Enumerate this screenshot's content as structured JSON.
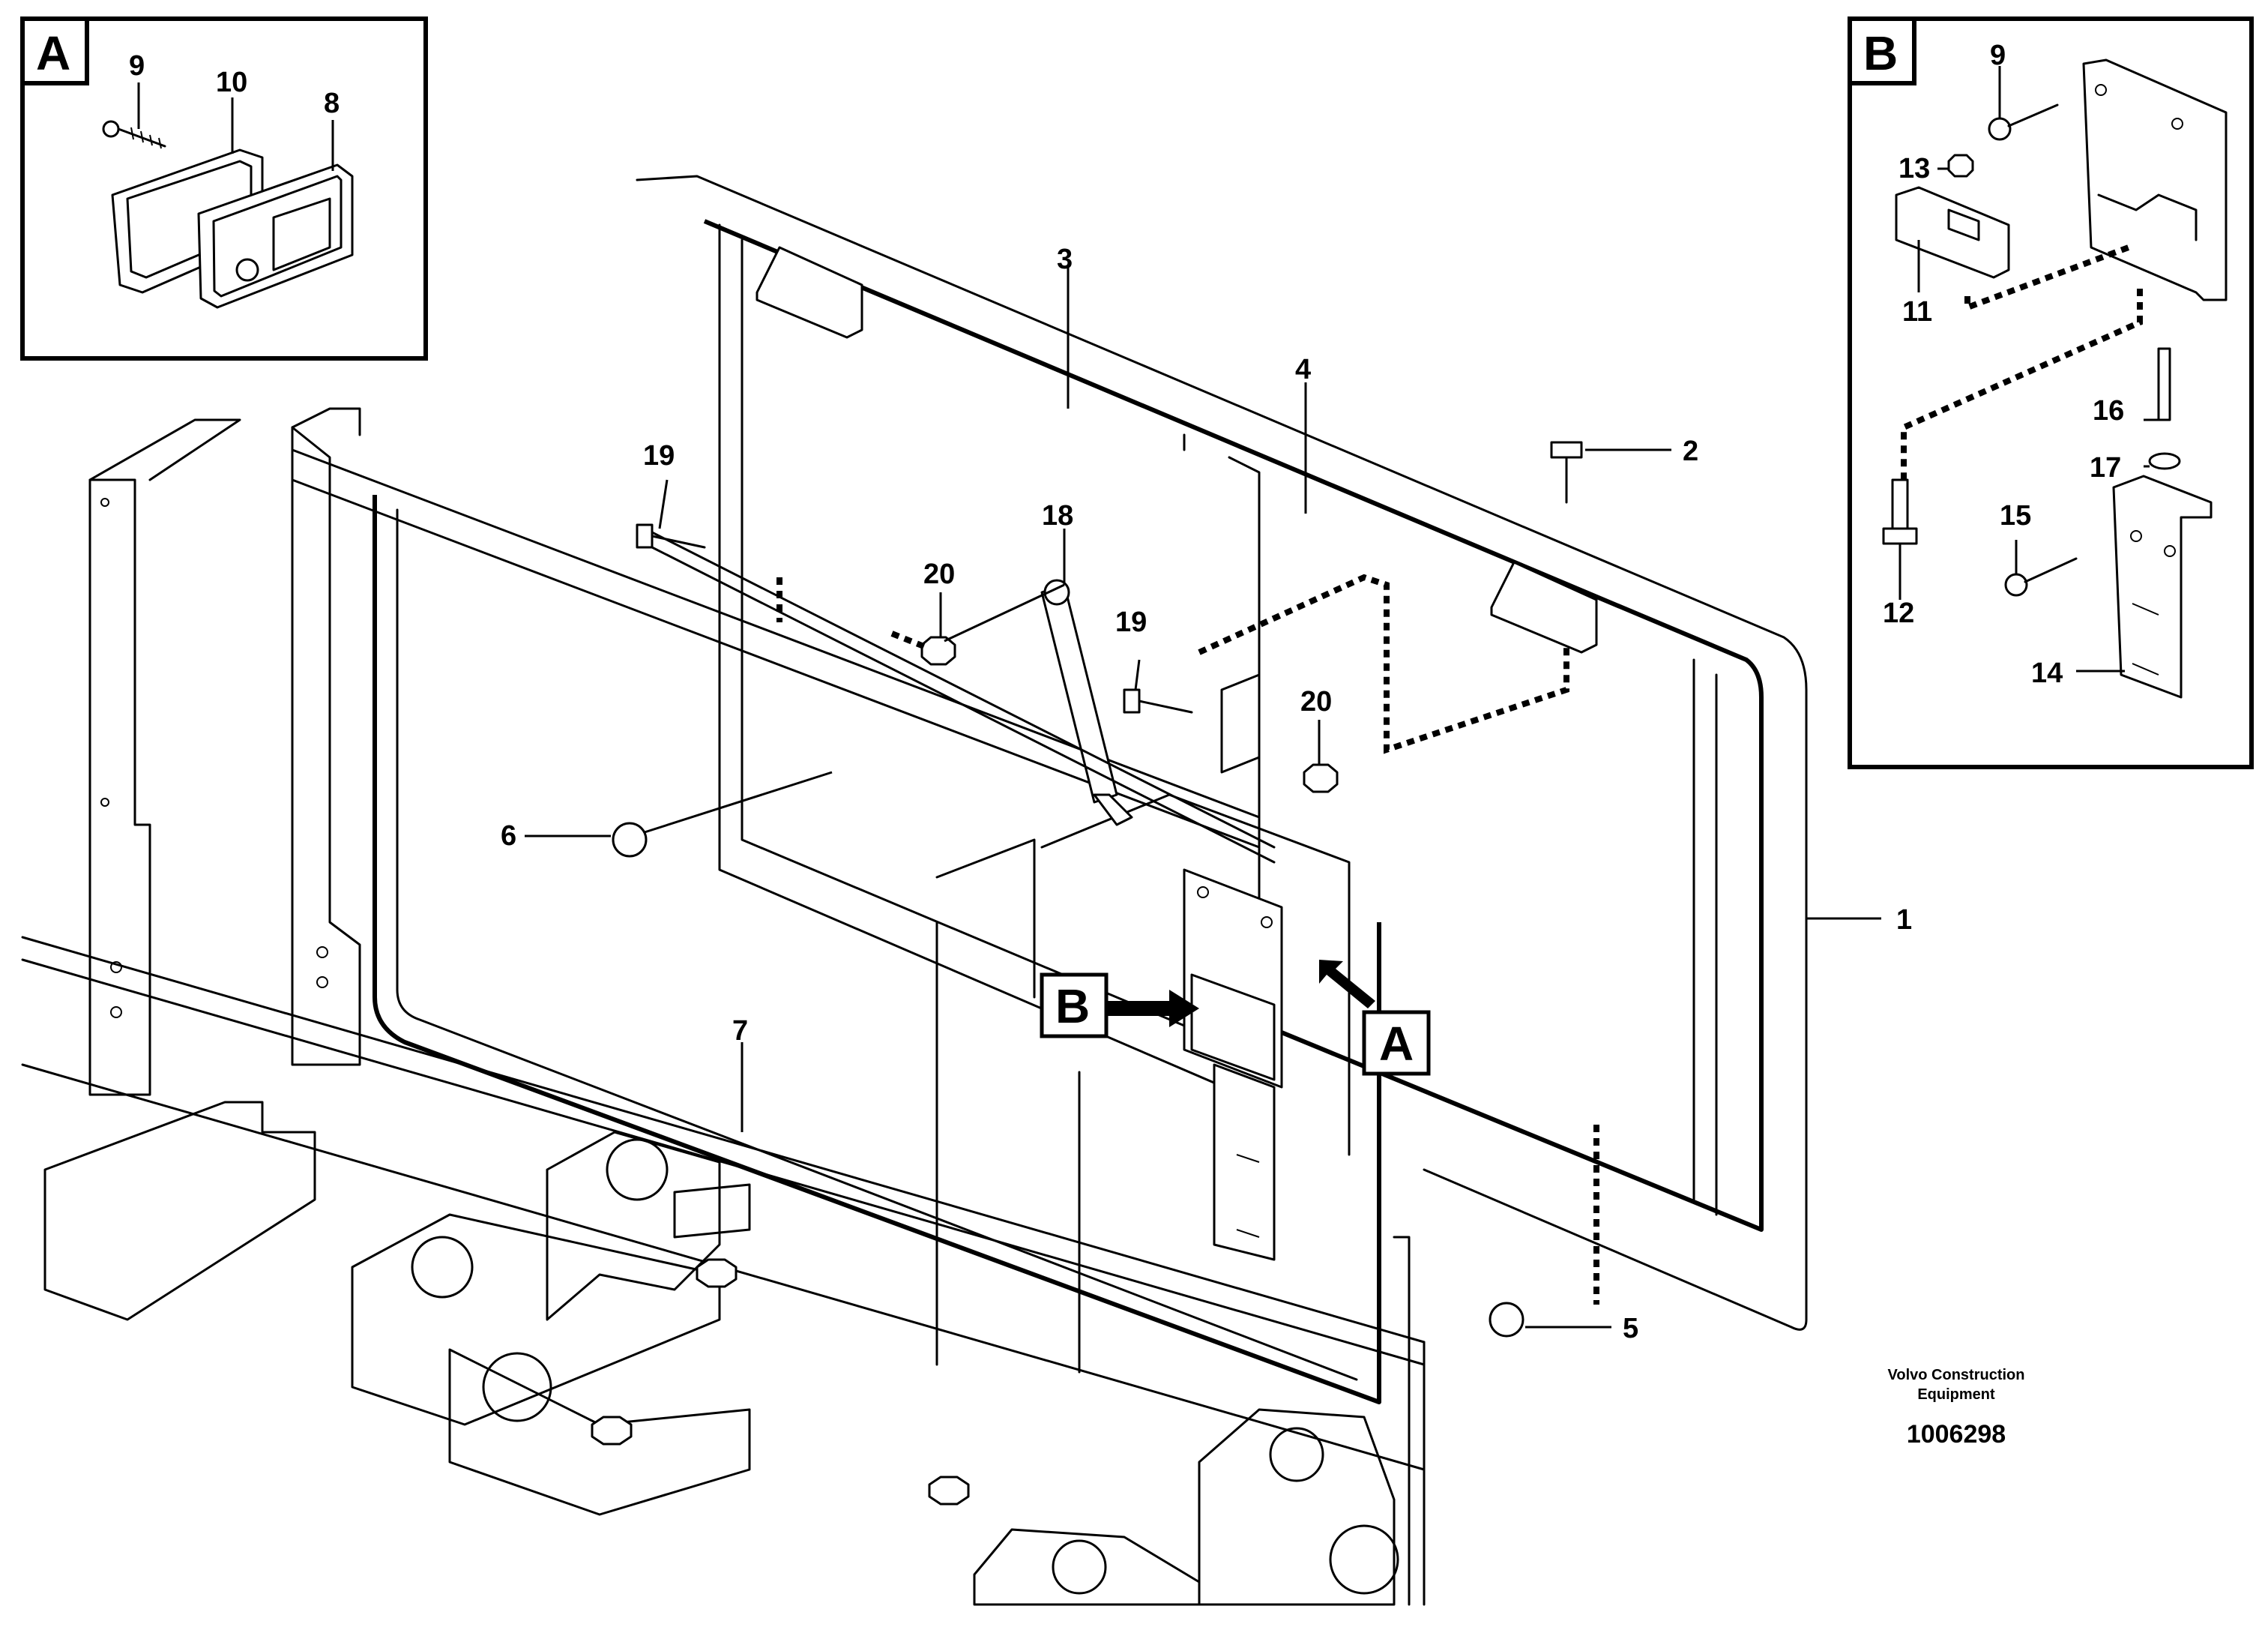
{
  "insets": {
    "a": {
      "letter": "A"
    },
    "b": {
      "letter": "B"
    }
  },
  "callouts": {
    "a": "A",
    "b": "B"
  },
  "part_labels": {
    "p1": "1",
    "p2": "2",
    "p3": "3",
    "p4": "4",
    "p5": "5",
    "p6": "6",
    "p7": "7",
    "p18": "18",
    "p19a": "19",
    "p19b": "19",
    "p20a": "20",
    "p20b": "20",
    "a9": "9",
    "a10": "10",
    "a8": "8",
    "b9": "9",
    "b13": "13",
    "b11": "11",
    "b16": "16",
    "b17": "17",
    "b15": "15",
    "b12": "12",
    "b14": "14"
  },
  "footer": {
    "line1": "Volvo Construction",
    "line2": "Equipment",
    "number": "1006298"
  }
}
